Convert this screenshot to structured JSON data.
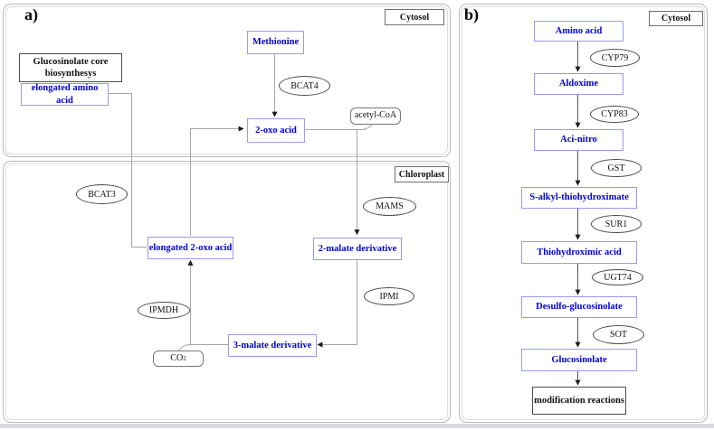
{
  "figure": {
    "panel_a": {
      "label": "a)",
      "cytosol_label": "Cytosol",
      "chloroplast_label": "Chloroplast",
      "core_box": "Glucosinolate core biosynthesys",
      "metabolites": {
        "elongated_amino_acid": "elongated amino acid",
        "methionine": "Methionine",
        "oxo_acid": "2-oxo acid",
        "acetyl_coa": "acetyl-CoA",
        "elongated_oxo_acid": "elongated 2-oxo acid",
        "malate2": "2-malate derivative",
        "malate3": "3-malate derivative",
        "co2_base": "CO",
        "co2_sub": "2"
      },
      "enzymes": {
        "bcat4": "BCAT4",
        "bcat3": "BCAT3",
        "mams": "MAMS",
        "ipmi": "IPMI",
        "ipmdh": "IPMDH"
      }
    },
    "panel_b": {
      "label": "b)",
      "cytosol_label": "Cytosol",
      "metabolites": {
        "amino_acid": "Amino acid",
        "aldoxime": "Aldoxime",
        "aci_nitro": "Aci-nitro",
        "s_alkyl": "S-alkyl-thiohydroximate",
        "thiohydroximic": "Thiohydroximic acid",
        "desulfo": "Desulfo-glucosinolate",
        "glucosinolate": "Glucosinolate"
      },
      "enzymes": {
        "cyp79": "CYP79",
        "cyp83": "CYP83",
        "gst": "GST",
        "sur1": "SUR1",
        "ugt74": "UGT74",
        "sot": "SOT"
      },
      "terminal_box": "modification reactions"
    },
    "colors": {
      "metabolite_text": "#0000dd",
      "metabolite_border": "#9a9aee",
      "connector_gray": "#a6a6a6",
      "connector_dark": "#555555",
      "arrowhead": "#1a1a1a",
      "panel_border": "#b9b9b9"
    }
  }
}
